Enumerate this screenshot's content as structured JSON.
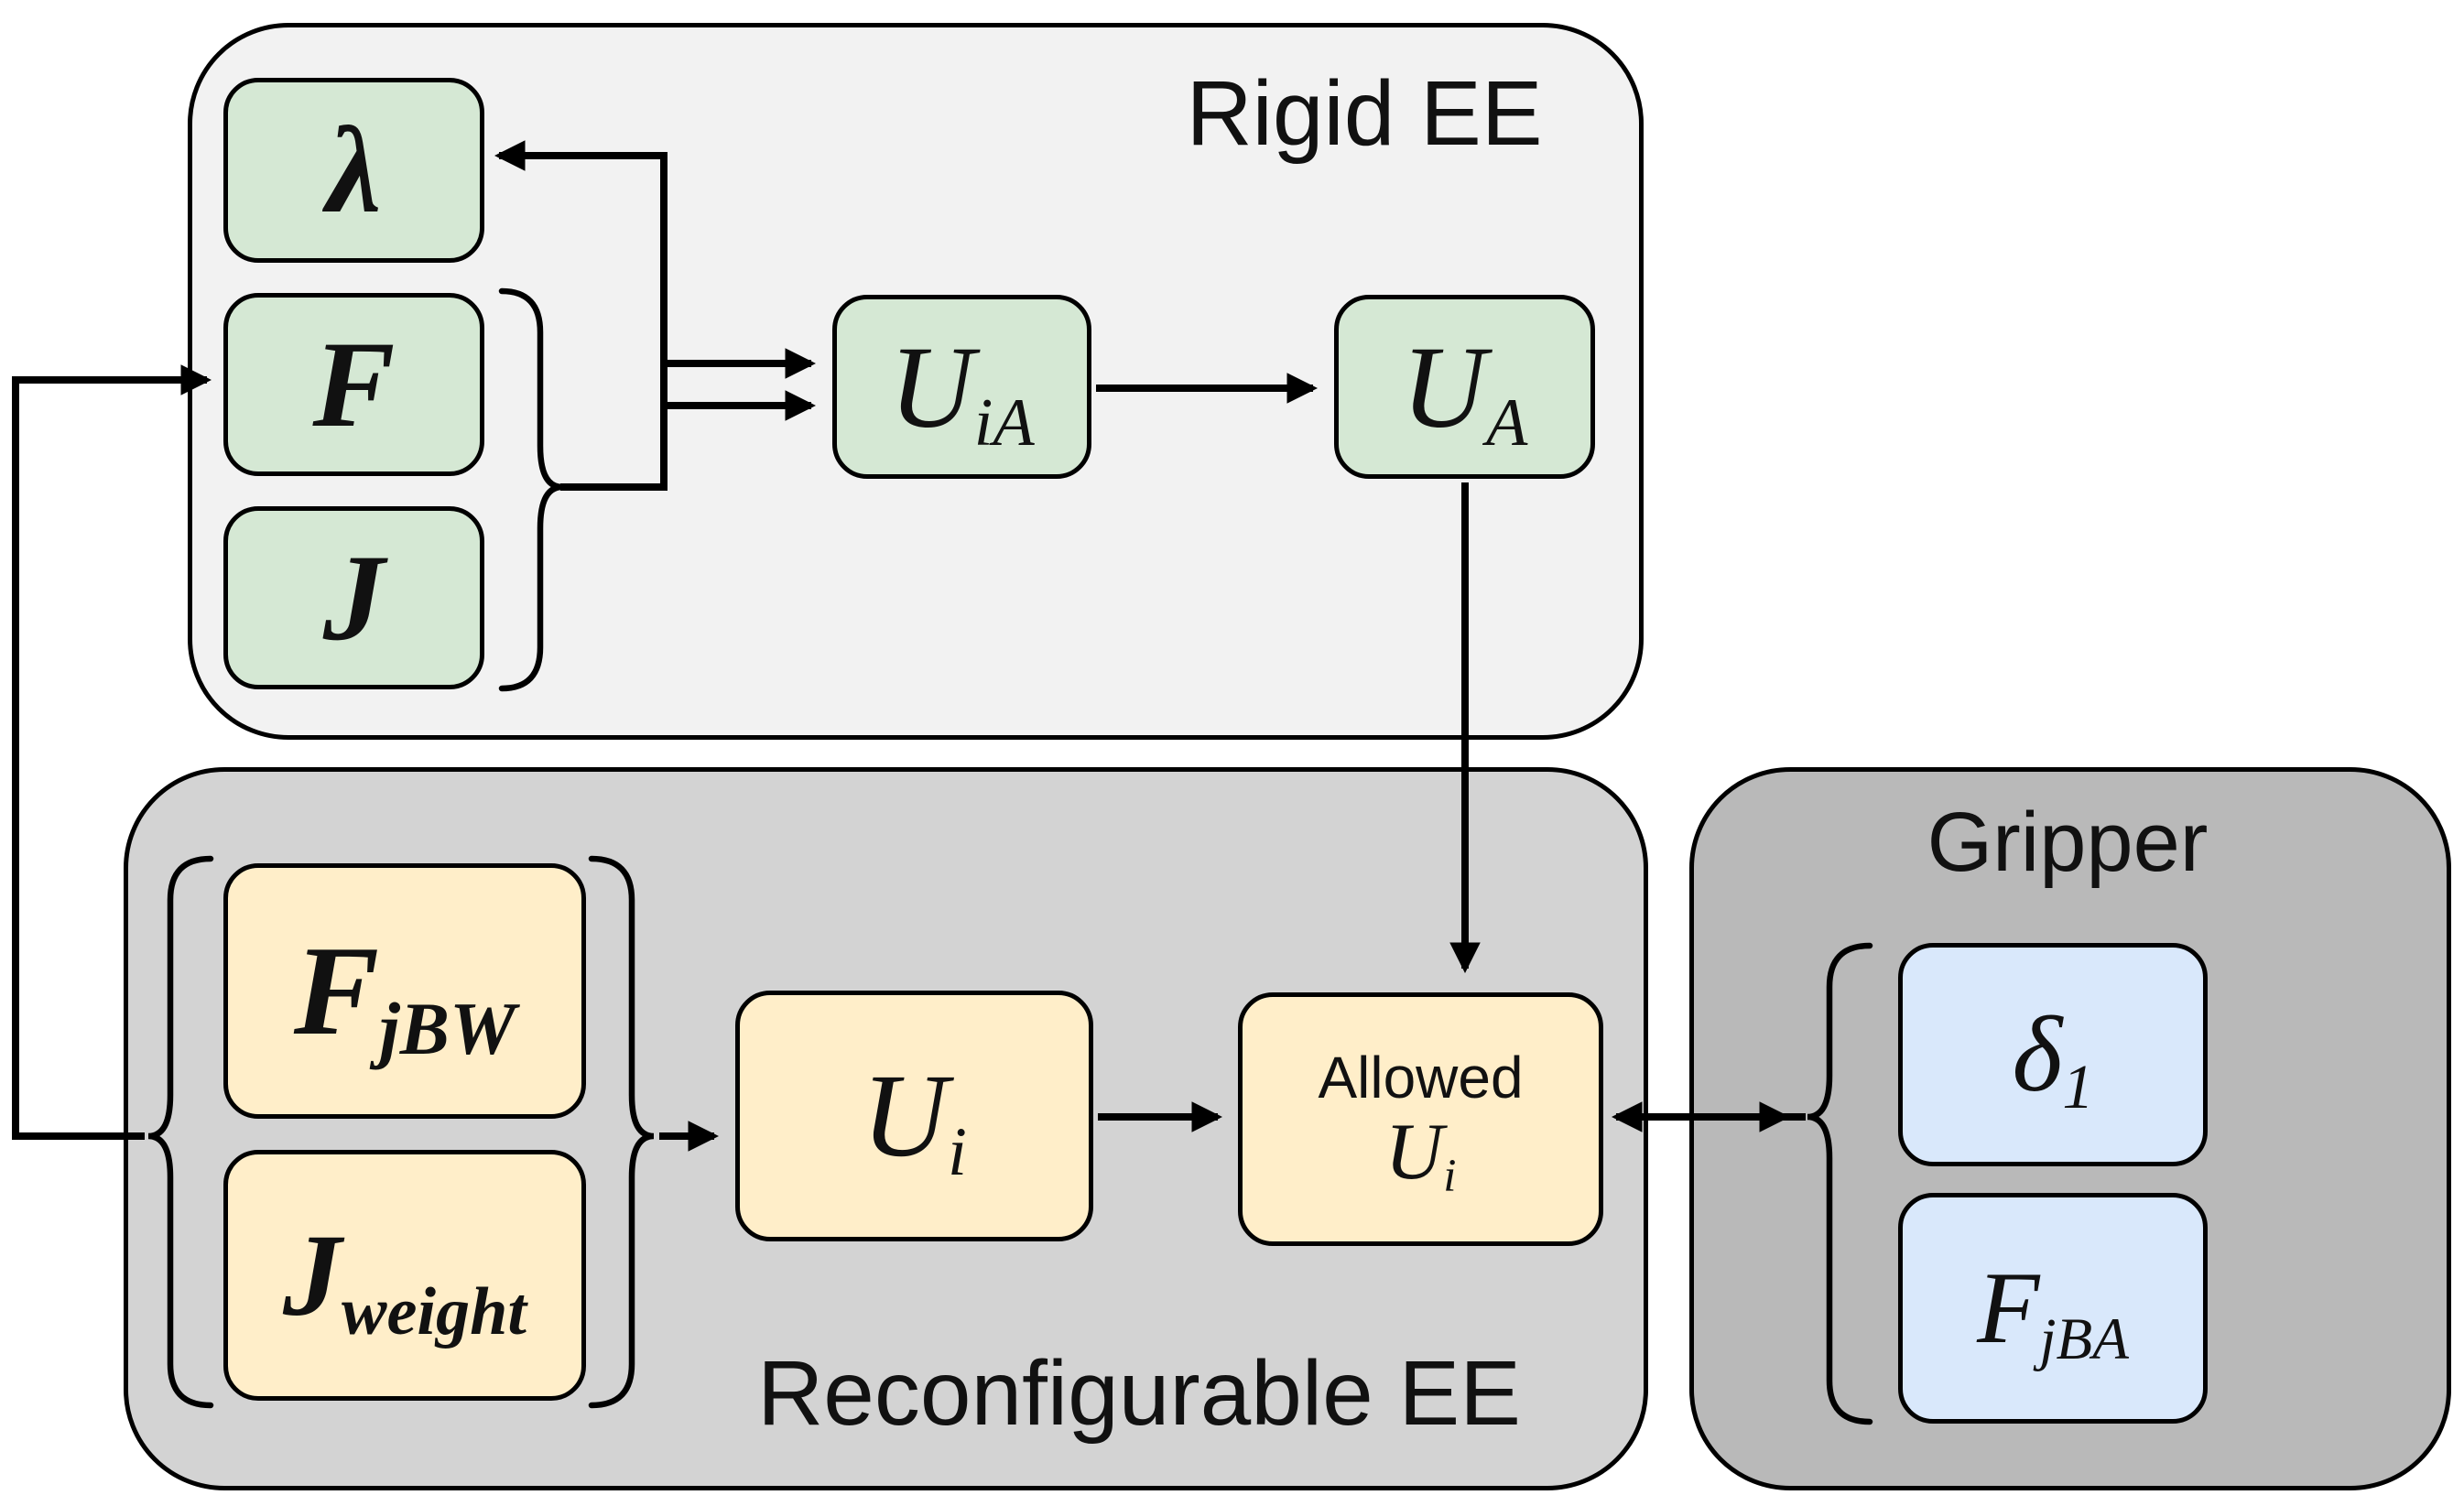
{
  "figure": {
    "type": "block-diagram",
    "description": "Utility computation flow between rigid end-effector, reconfigurable end-effector and gripper"
  },
  "containers": {
    "rigid": {
      "label": "Rigid EE"
    },
    "reconf": {
      "label": "Reconfigurable EE"
    },
    "gripper": {
      "label": "Gripper"
    }
  },
  "boxes": {
    "lambda": {
      "base": "λ",
      "sub": ""
    },
    "F": {
      "base": "F",
      "sub": ""
    },
    "J": {
      "base": "J",
      "sub": ""
    },
    "UiA": {
      "base": "U",
      "sub": "iA"
    },
    "UA": {
      "base": "U",
      "sub": "A"
    },
    "FjBW": {
      "base": "F",
      "sub": "jBW"
    },
    "Jweight": {
      "base": "J",
      "sub": "weight"
    },
    "Ui": {
      "base": "U",
      "sub": "i"
    },
    "AllowedUi": {
      "prefix": "Allowed",
      "base": "U",
      "sub": "i"
    },
    "delta1": {
      "base": "δ",
      "sub": "1"
    },
    "FjBA": {
      "base": "F",
      "sub": "jBA"
    }
  },
  "colors": {
    "background": "#ffffff",
    "line": "#000000",
    "gray_light": "#f2f2f2",
    "gray_mid": "#d3d3d3",
    "gray_dark": "#b9b9b9",
    "green": "#d5e8d4",
    "yellow": "#ffeec9",
    "blue": "#d9e8fb"
  }
}
